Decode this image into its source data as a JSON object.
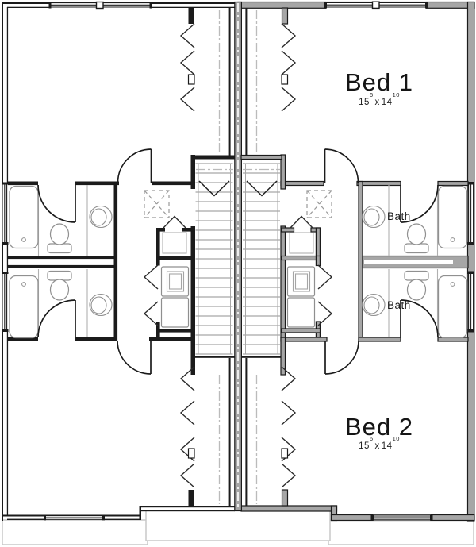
{
  "floor_plan": {
    "bed1": {
      "label": "Bed 1",
      "dim": {
        "a_ft": "15",
        "a_in": "6",
        "sep": "x",
        "b_ft": "14",
        "b_in": "10"
      }
    },
    "bed2": {
      "label": "Bed 2",
      "dim": {
        "a_ft": "15",
        "a_in": "6",
        "sep": "x",
        "b_ft": "14",
        "b_in": "10"
      }
    },
    "bath_upper": {
      "label": "Bath"
    },
    "bath_lower": {
      "label": "Bath"
    },
    "colors": {
      "wall_gray": "#a6a6a6",
      "line_black": "#1b1b1b",
      "fixture_gray": "#909090",
      "tread_gray": "#a8a8a8",
      "breakline_gray": "#bbbbbb",
      "foundation_gray": "#c8c8c8"
    }
  }
}
